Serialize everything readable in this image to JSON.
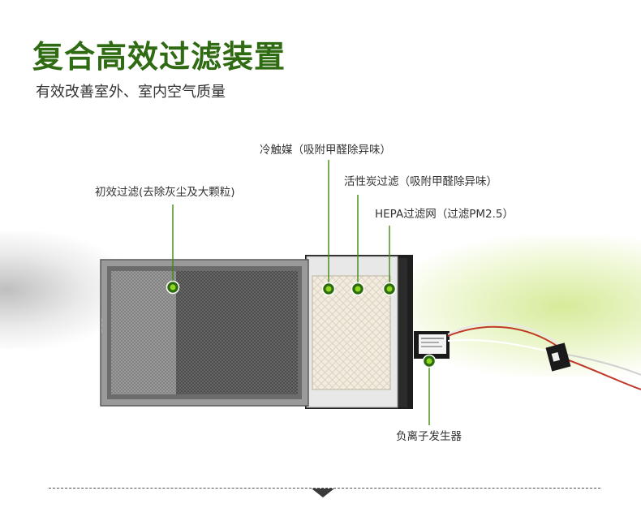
{
  "header": {
    "title": "复合高效过滤装置",
    "subtitle": "有效改善室外、室内空气质量"
  },
  "callouts": {
    "primary_filter": "初效过滤(去除灰尘及大颗粒)",
    "cold_catalyst": "冷触媒（吸附甲醛除异味）",
    "activated_carbon": "活性炭过滤（吸附甲醛除异味）",
    "hepa": "HEPA过滤网（过滤PM2.5）",
    "anion_generator": "负离子发生器"
  },
  "colors": {
    "title": "#2f6b12",
    "marker": "#7cc81e",
    "leader": "#3f8a14"
  },
  "icons": {
    "divider_arrow": "triangle-down-icon"
  }
}
